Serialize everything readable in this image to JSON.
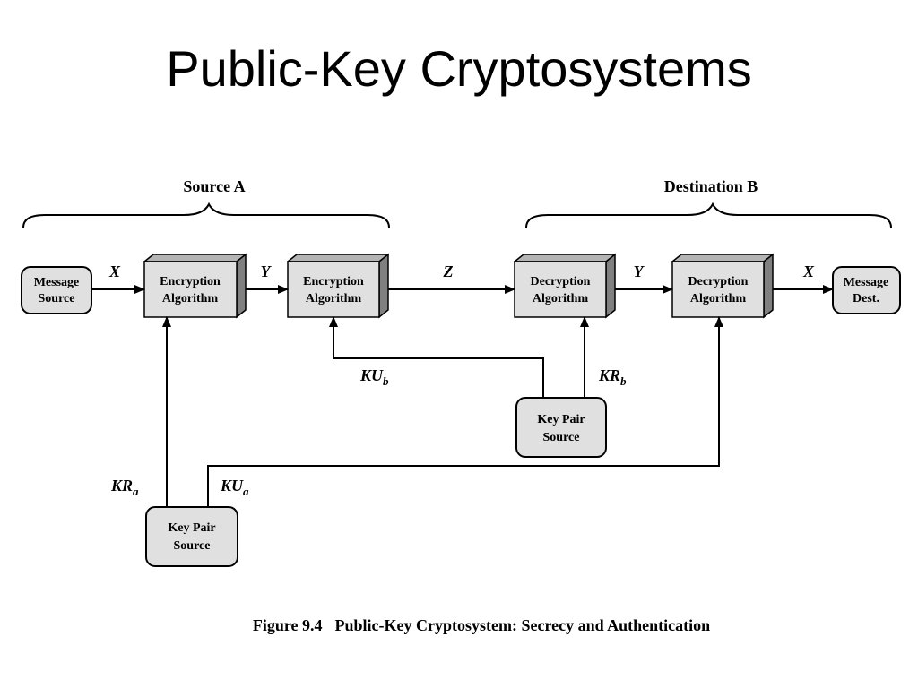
{
  "slide": {
    "title": "Public-Key Cryptosystems"
  },
  "diagram": {
    "groups": {
      "source": "Source A",
      "destination": "Destination B"
    },
    "nodes": {
      "message_source": [
        "Message",
        "Source"
      ],
      "enc1": [
        "Encryption",
        "Algorithm"
      ],
      "enc2": [
        "Encryption",
        "Algorithm"
      ],
      "dec1": [
        "Decryption",
        "Algorithm"
      ],
      "dec2": [
        "Decryption",
        "Algorithm"
      ],
      "message_dest": [
        "Message",
        "Dest."
      ],
      "keypair_b": [
        "Key Pair",
        "Source"
      ],
      "keypair_a": [
        "Key Pair",
        "Source"
      ]
    },
    "flow_labels": {
      "x_in": "X",
      "y1": "Y",
      "z": "Z",
      "y2": "Y",
      "x_out": "X"
    },
    "key_labels": {
      "kub": {
        "main": "KU",
        "sub": "b"
      },
      "krb": {
        "main": "KR",
        "sub": "b"
      },
      "kra": {
        "main": "KR",
        "sub": "a"
      },
      "kua": {
        "main": "KU",
        "sub": "a"
      }
    },
    "colors": {
      "box_fill": "#e0e0e0",
      "box_side": "#808080",
      "box_top": "#b4b4b4",
      "line": "#000000"
    }
  },
  "caption": {
    "figure_number": "Figure 9.4",
    "text": "Public-Key Cryptosystem: Secrecy and Authentication"
  }
}
